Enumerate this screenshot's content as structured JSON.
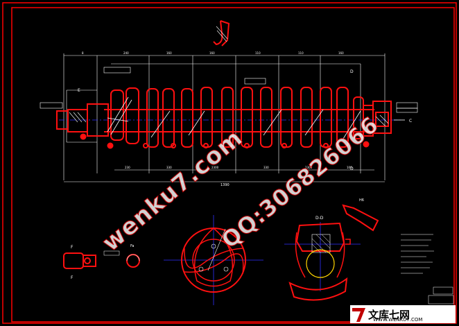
{
  "drawing": {
    "section_label": "D-D",
    "view_label_h": "H6",
    "view_label_f": "F",
    "view_label_e": "E",
    "view_label_c": "C",
    "overall_dimension": "1390"
  },
  "watermark": {
    "line1": "wenku7.com",
    "line2": "QQ:306826066"
  },
  "logo": {
    "brand_cn": "文库七网",
    "brand_url": "WWW.WENKU7.COM"
  },
  "colors": {
    "frame": "#ff0000",
    "outline": "#ff1010",
    "dim": "#ffffff",
    "center": "#3030ff",
    "section": "#ffffff",
    "accent": "#ffd400"
  }
}
